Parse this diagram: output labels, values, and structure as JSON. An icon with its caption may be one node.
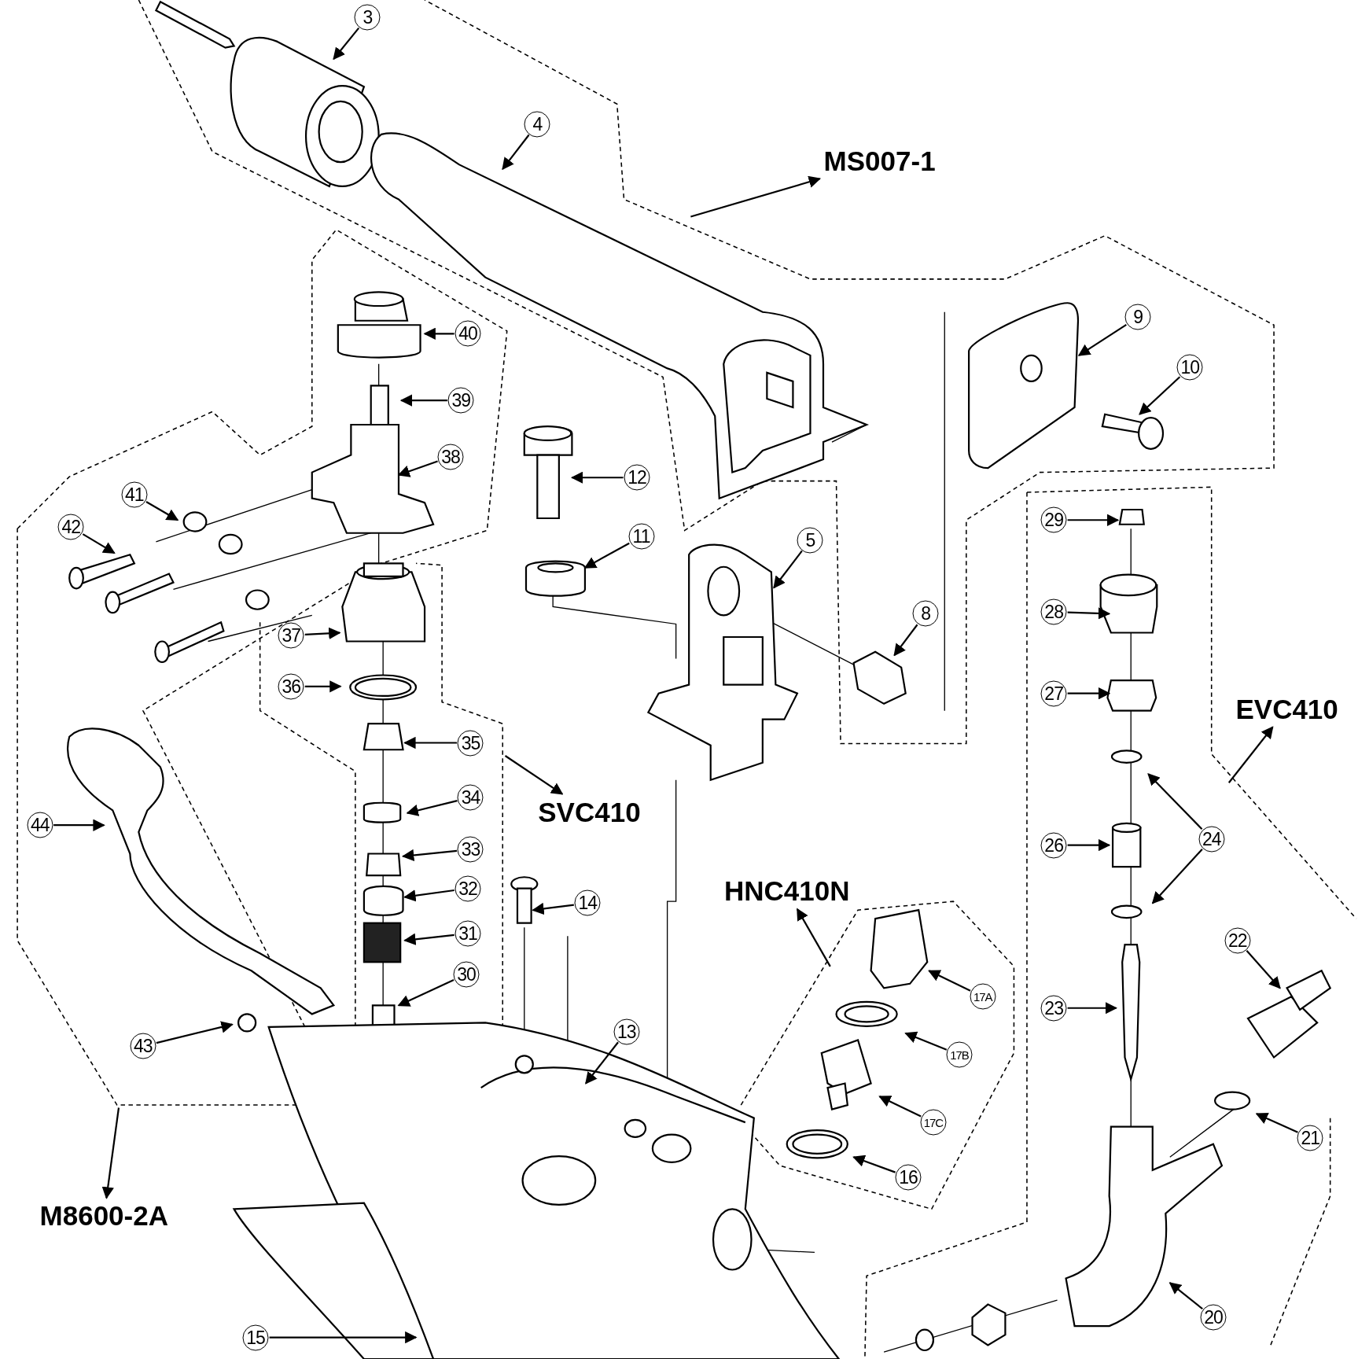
{
  "diagram": {
    "nodes": [
      {
        "text": [
          "3"
        ]
      },
      {
        "text": [
          "4"
        ]
      },
      {
        "text": [
          "MS007-1"
        ]
      },
      {
        "text": [
          "9"
        ]
      },
      {
        "text": [
          "40"
        ]
      },
      {
        "text": [
          "10"
        ]
      },
      {
        "text": [
          "39"
        ]
      },
      {
        "text": [
          "38"
        ]
      },
      {
        "text": [
          "12"
        ]
      },
      {
        "text": [
          "41"
        ]
      },
      {
        "text": [
          "29"
        ]
      },
      {
        "text": [
          "42"
        ]
      },
      {
        "text": [
          "11"
        ]
      },
      {
        "text": [
          "5"
        ]
      },
      {
        "text": [
          "28"
        ]
      },
      {
        "text": [
          "8"
        ]
      },
      {
        "text": [
          "37"
        ]
      },
      {
        "text": [
          "36"
        ]
      },
      {
        "text": [
          "27"
        ]
      },
      {
        "text": [
          "EVC410"
        ]
      },
      {
        "text": [
          "35"
        ]
      },
      {
        "text": [
          "34"
        ]
      },
      {
        "text": [
          "SVC410"
        ]
      },
      {
        "text": [
          "44"
        ]
      },
      {
        "text": [
          "24"
        ]
      },
      {
        "text": [
          "26"
        ]
      },
      {
        "text": [
          "33"
        ]
      },
      {
        "text": [
          "32"
        ]
      },
      {
        "text": [
          "HNC410N"
        ]
      },
      {
        "text": [
          "14"
        ]
      },
      {
        "text": [
          "31"
        ]
      },
      {
        "text": [
          "22"
        ]
      },
      {
        "text": [
          "30"
        ]
      },
      {
        "text": [
          "17A"
        ]
      },
      {
        "text": [
          "23"
        ]
      },
      {
        "text": [
          "13"
        ]
      },
      {
        "text": [
          "43"
        ]
      },
      {
        "text": [
          "17B"
        ]
      },
      {
        "text": [
          "17C"
        ]
      },
      {
        "text": [
          "21"
        ]
      },
      {
        "text": [
          "16"
        ]
      },
      {
        "text": [
          "M8600-2A"
        ]
      },
      {
        "text": [
          "20"
        ]
      },
      {
        "text": [
          "15"
        ]
      }
    ],
    "edges": [
      {
        "from": 0,
        "to": null,
        "arrow": "to"
      },
      {
        "from": 1,
        "to": null,
        "arrow": "to"
      },
      {
        "from": null,
        "to": 2,
        "arrow": "to"
      },
      {
        "from": 3,
        "to": null,
        "arrow": "to"
      },
      {
        "from": 4,
        "to": null,
        "arrow": "to"
      },
      {
        "from": 5,
        "to": null,
        "arrow": "to"
      },
      {
        "from": 6,
        "to": null,
        "arrow": "to"
      },
      {
        "from": 7,
        "to": null,
        "arrow": "to"
      },
      {
        "from": 8,
        "to": null,
        "arrow": "to"
      },
      {
        "from": 9,
        "to": null,
        "arrow": "to"
      },
      {
        "from": 10,
        "to": null,
        "arrow": "to"
      },
      {
        "from": 11,
        "to": null,
        "arrow": "to"
      },
      {
        "from": 12,
        "to": null,
        "arrow": "to"
      },
      {
        "from": 13,
        "to": null,
        "arrow": "to"
      },
      {
        "from": 14,
        "to": null,
        "arrow": "to"
      },
      {
        "from": 15,
        "to": null,
        "arrow": "to"
      },
      {
        "from": 16,
        "to": null,
        "arrow": "to"
      },
      {
        "from": 17,
        "to": null,
        "arrow": "to"
      },
      {
        "from": 18,
        "to": null,
        "arrow": "to"
      },
      {
        "from": null,
        "to": 19,
        "arrow": "to"
      },
      {
        "from": 20,
        "to": null,
        "arrow": "to"
      },
      {
        "from": 21,
        "to": null,
        "arrow": "to"
      },
      {
        "from": null,
        "to": 22,
        "arrow": "to"
      },
      {
        "from": 23,
        "to": null,
        "arrow": "to"
      },
      {
        "from": 24,
        "to": null,
        "arrow": "to"
      },
      {
        "from": 24,
        "to": null,
        "arrow": "to"
      },
      {
        "from": 25,
        "to": null,
        "arrow": "to"
      },
      {
        "from": 26,
        "to": null,
        "arrow": "to"
      },
      {
        "from": 27,
        "to": null,
        "arrow": "to"
      },
      {
        "from": null,
        "to": 28,
        "arrow": "to"
      },
      {
        "from": 29,
        "to": null,
        "arrow": "to"
      },
      {
        "from": 30,
        "to": null,
        "arrow": "to"
      },
      {
        "from": 31,
        "to": null,
        "arrow": "to"
      },
      {
        "from": 32,
        "to": null,
        "arrow": "to"
      },
      {
        "from": 33,
        "to": null,
        "arrow": "to"
      },
      {
        "from": 34,
        "to": null,
        "arrow": "to"
      },
      {
        "from": 35,
        "to": null,
        "arrow": "to"
      },
      {
        "from": 36,
        "to": null,
        "arrow": "to"
      },
      {
        "from": 37,
        "to": null,
        "arrow": "to"
      },
      {
        "from": 38,
        "to": null,
        "arrow": "to"
      },
      {
        "from": 39,
        "to": null,
        "arrow": "to"
      },
      {
        "from": 40,
        "to": null,
        "arrow": "to"
      },
      {
        "from": null,
        "to": 41,
        "arrow": "to"
      },
      {
        "from": 42,
        "to": null,
        "arrow": "to"
      },
      {
        "from": 43,
        "to": null,
        "arrow": "to"
      }
    ]
  }
}
